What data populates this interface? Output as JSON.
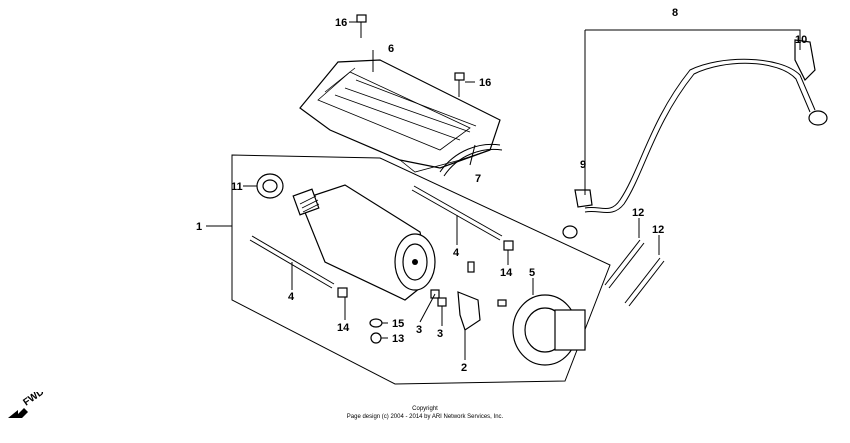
{
  "callouts": {
    "c1": "1",
    "c2": "2",
    "c3a": "3",
    "c3b": "3",
    "c4a": "4",
    "c4b": "4",
    "c5": "5",
    "c6": "6",
    "c7": "7",
    "c8": "8",
    "c9": "9",
    "c10": "10",
    "c11": "11",
    "c12a": "12",
    "c12b": "12",
    "c13": "13",
    "c14a": "14",
    "c14b": "14",
    "c15": "15",
    "c16a": "16",
    "c16b": "16"
  },
  "fwd_label": "FWD",
  "copyright": {
    "line1": "Copyright",
    "line2": "Page design (c) 2004 - 2014 by ARI Network Services, Inc."
  }
}
